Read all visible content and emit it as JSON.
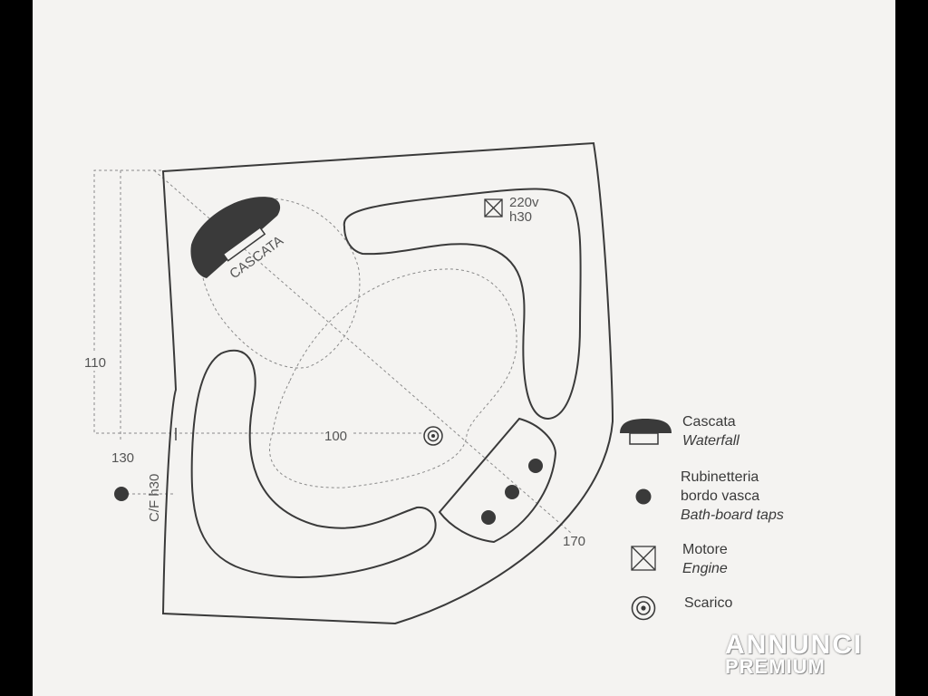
{
  "plan": {
    "cascata_label": "CASCATA",
    "engine_label_line1": "220v",
    "engine_label_line2": "h30",
    "dim_height": "110",
    "dim_width": "100",
    "dim_diagonal": "170",
    "dim_supply_distance": "130",
    "dim_supply_label": "C/F h30"
  },
  "legend": [
    {
      "icon": "waterfall-icon",
      "label": "Cascata",
      "sublabel": "Waterfall"
    },
    {
      "icon": "tap-dot-icon",
      "label_line1": "Rubinetteria",
      "label_line2": "bordo vasca",
      "sublabel": "Bath-board taps"
    },
    {
      "icon": "engine-box-icon",
      "label": "Motore",
      "sublabel": "Engine"
    },
    {
      "icon": "drain-icon",
      "label": "Scarico",
      "sublabel": ""
    }
  ],
  "watermark": {
    "line1": "ANNUNCI",
    "line2": "PREMIUM"
  },
  "colors": {
    "line": "#3a3a3a",
    "dashed": "#8a8a8a",
    "fill_dark": "#3a3a3a",
    "paper": "#f4f3f1"
  }
}
